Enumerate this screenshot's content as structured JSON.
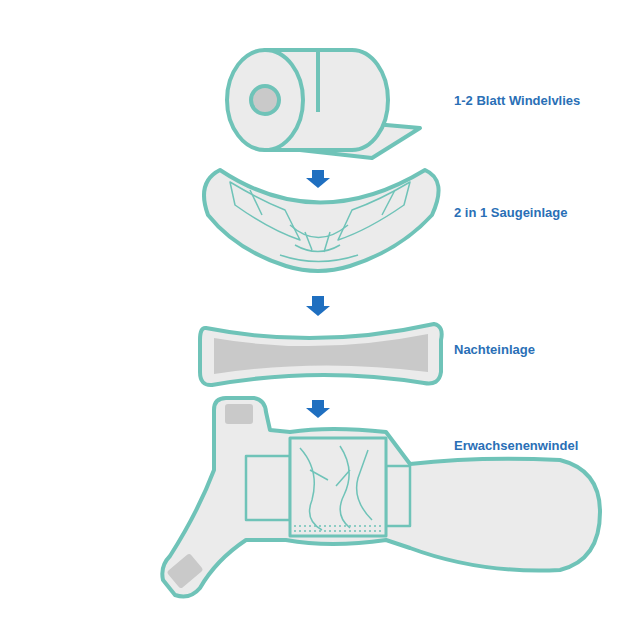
{
  "diagram": {
    "nodes": [
      {
        "text": [
          "1-2 Blatt Windelvlies"
        ]
      },
      {
        "text": [
          "2 in 1 Saugeinlage"
        ]
      },
      {
        "text": [
          "Nachteinlage"
        ]
      },
      {
        "text": [
          "Erwachsenenwindel"
        ]
      }
    ],
    "edges": [
      {
        "from": 0,
        "to": 1,
        "arrow": "to"
      },
      {
        "from": 1,
        "to": 2,
        "arrow": "to"
      },
      {
        "from": 2,
        "to": 3,
        "arrow": "to"
      }
    ]
  }
}
